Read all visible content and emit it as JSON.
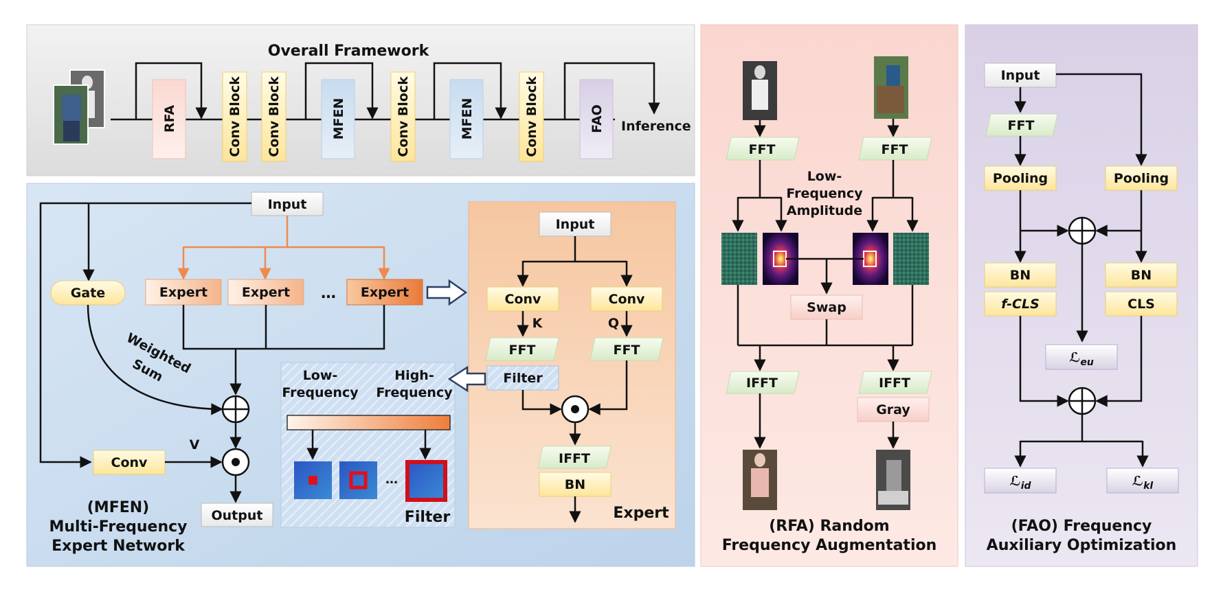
{
  "overall": {
    "title": "Overall Framework",
    "blocks": [
      "RFA",
      "Conv Block",
      "Conv Block",
      "MFEN",
      "Conv Block",
      "MFEN",
      "Conv Block",
      "FAO"
    ],
    "inference": "Inference"
  },
  "mfen": {
    "input": "Input",
    "gate": "Gate",
    "expert": "Expert",
    "dots": "…",
    "weighted": "Weighted",
    "sum": "Sum",
    "conv": "Conv",
    "v": "V",
    "output": "Output",
    "title": [
      "(MFEN)",
      "Multi-Frequency",
      "Expert Network"
    ],
    "low": [
      "Low-",
      "Frequency"
    ],
    "high": [
      "High-",
      "Frequency"
    ],
    "filter_dots": "…",
    "filter_label": "Filter"
  },
  "expert": {
    "input": "Input",
    "conv": "Conv",
    "k": "K",
    "q": "Q",
    "fft": "FFT",
    "filter": "Filter",
    "ifft": "IFFT",
    "bn": "BN",
    "label": "Expert"
  },
  "rfa": {
    "fft": "FFT",
    "lowfreq": [
      "Low-",
      "Frequency",
      "Amplitude"
    ],
    "swap": "Swap",
    "ifft": "IFFT",
    "gray": "Gray",
    "title": [
      "(RFA) Random",
      "Frequency Augmentation"
    ]
  },
  "fao": {
    "input": "Input",
    "fft": "FFT",
    "pooling": "Pooling",
    "bn": "BN",
    "fcls": "f-CLS",
    "cls": "CLS",
    "l": "ℒ",
    "eu": "eu",
    "id": "id",
    "kl": "kl",
    "title": [
      "(FAO) Frequency",
      "Auxiliary Optimization"
    ]
  }
}
